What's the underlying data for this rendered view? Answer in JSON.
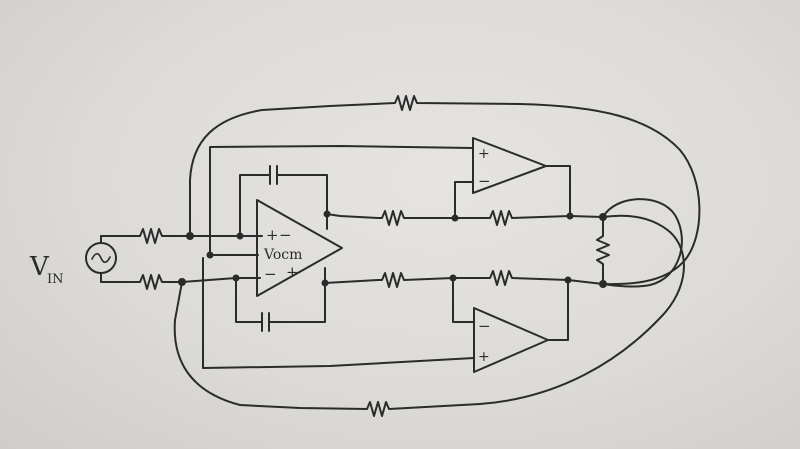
{
  "source_label": {
    "main": "V",
    "sub": "IN"
  },
  "fda": {
    "pin_pos_top": "+",
    "pin_neg_top": "−",
    "vocm": "Vocm",
    "pin_neg_bot": "−",
    "pin_pos_bot": "+"
  },
  "opamp_top": {
    "plus": "+",
    "minus": "−"
  },
  "opamp_bottom": {
    "minus": "−",
    "plus": "+"
  },
  "ink_color": "#2b2b2b",
  "paper_color": "#e2e0dd"
}
